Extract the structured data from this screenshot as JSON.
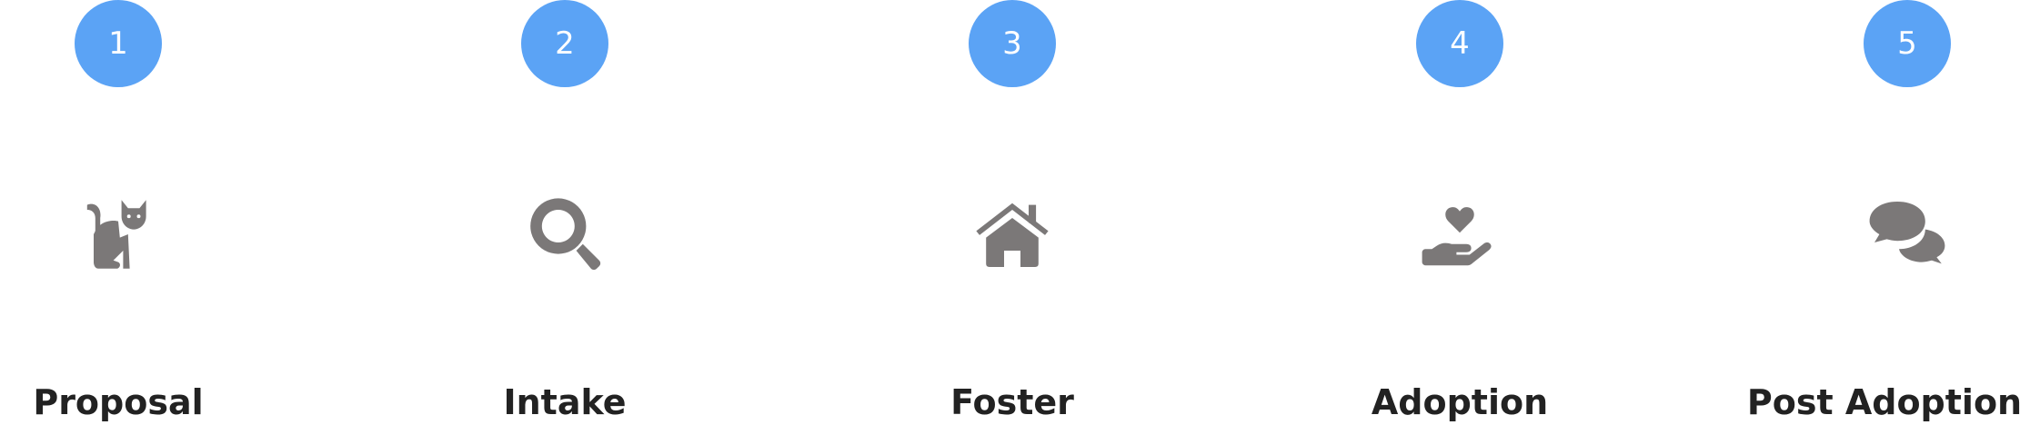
{
  "colors": {
    "badge_background": "#5ba3f5",
    "badge_text": "#ffffff",
    "icon": "#7b7878",
    "label": "#222222",
    "page_background": "#ffffff"
  },
  "steps": [
    {
      "number": "1",
      "label": "Proposal",
      "icon": "cat-icon"
    },
    {
      "number": "2",
      "label": "Intake",
      "icon": "magnifying-glass-icon"
    },
    {
      "number": "3",
      "label": "Foster",
      "icon": "house-icon"
    },
    {
      "number": "4",
      "label": "Adoption",
      "icon": "hand-holding-heart-icon"
    },
    {
      "number": "5",
      "label": "Post Adoption",
      "icon": "speech-bubbles-icon"
    }
  ]
}
